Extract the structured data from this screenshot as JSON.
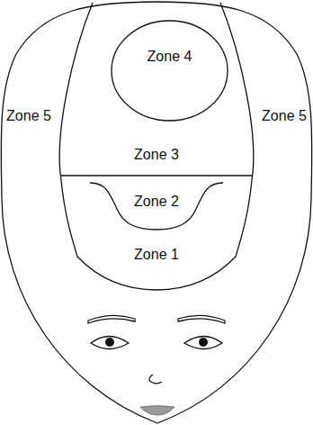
{
  "diagram": {
    "nodes": [
      {
        "text": [
          "Zone 3"
        ]
      },
      {
        "text": [
          "Zone 4"
        ],
        "in": 0
      },
      {
        "text": [
          "Zone 5"
        ]
      },
      {
        "text": [
          "Zone 5"
        ]
      },
      {
        "text": [
          "Zone 2"
        ]
      },
      {
        "text": [
          "Zone 1"
        ]
      }
    ]
  }
}
